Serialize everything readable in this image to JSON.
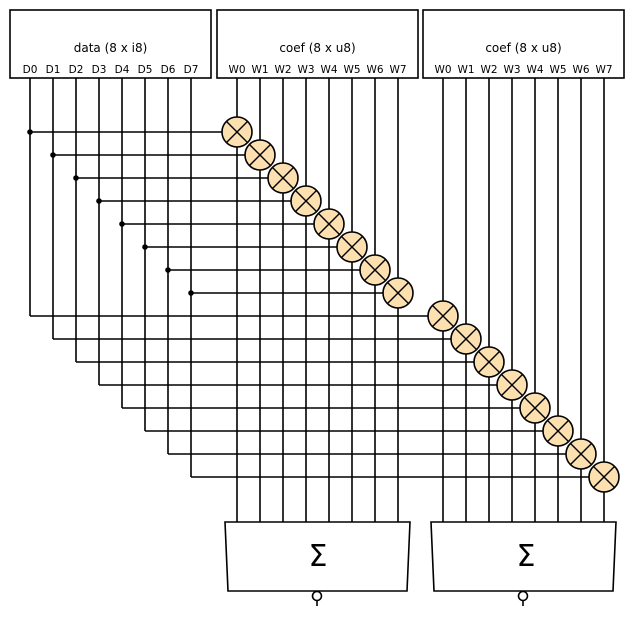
{
  "data_block": {
    "title": "data (8 x i8)",
    "ports": [
      "D0",
      "D1",
      "D2",
      "D3",
      "D4",
      "D5",
      "D6",
      "D7"
    ]
  },
  "coef_blocks": [
    {
      "title": "coef (8 x  u8)",
      "ports": [
        "W0",
        "W1",
        "W2",
        "W3",
        "W4",
        "W5",
        "W6",
        "W7"
      ]
    },
    {
      "title": "coef (8 x  u8)",
      "ports": [
        "W0",
        "W1",
        "W2",
        "W3",
        "W4",
        "W5",
        "W6",
        "W7"
      ]
    }
  ],
  "adders": [
    {
      "symbol": "Σ"
    },
    {
      "symbol": "Σ"
    }
  ],
  "colors": {
    "multiplier_fill": "#fde0b0",
    "stroke": "#000000",
    "background": "#ffffff"
  }
}
